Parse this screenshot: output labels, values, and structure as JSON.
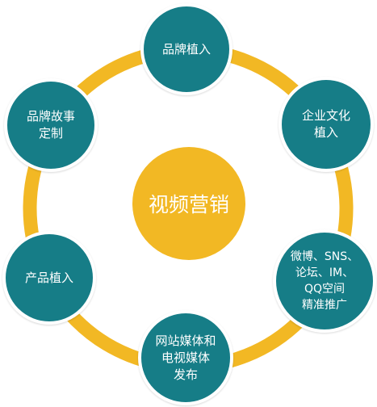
{
  "colors": {
    "ring": "#f2b824",
    "node_fill": "#167d87",
    "node_border": "#ffffff",
    "center_fill": "#f2b824",
    "text": "#ffffff"
  },
  "center": {
    "label": "视频营销"
  },
  "nodes": [
    {
      "id": "brand-placement",
      "label": "品牌植入"
    },
    {
      "id": "corporate-culture-placement",
      "label": "企业文化\n植入"
    },
    {
      "id": "social-precision-promotion",
      "label": "微博、SNS、\n论坛、IM、\nQQ空间\n精准推广"
    },
    {
      "id": "web-tv-media-release",
      "label": "网站媒体和\n电视媒体\n发布"
    },
    {
      "id": "product-placement",
      "label": "产品植入"
    },
    {
      "id": "brand-story-custom",
      "label": "品牌故事\n定制"
    }
  ]
}
